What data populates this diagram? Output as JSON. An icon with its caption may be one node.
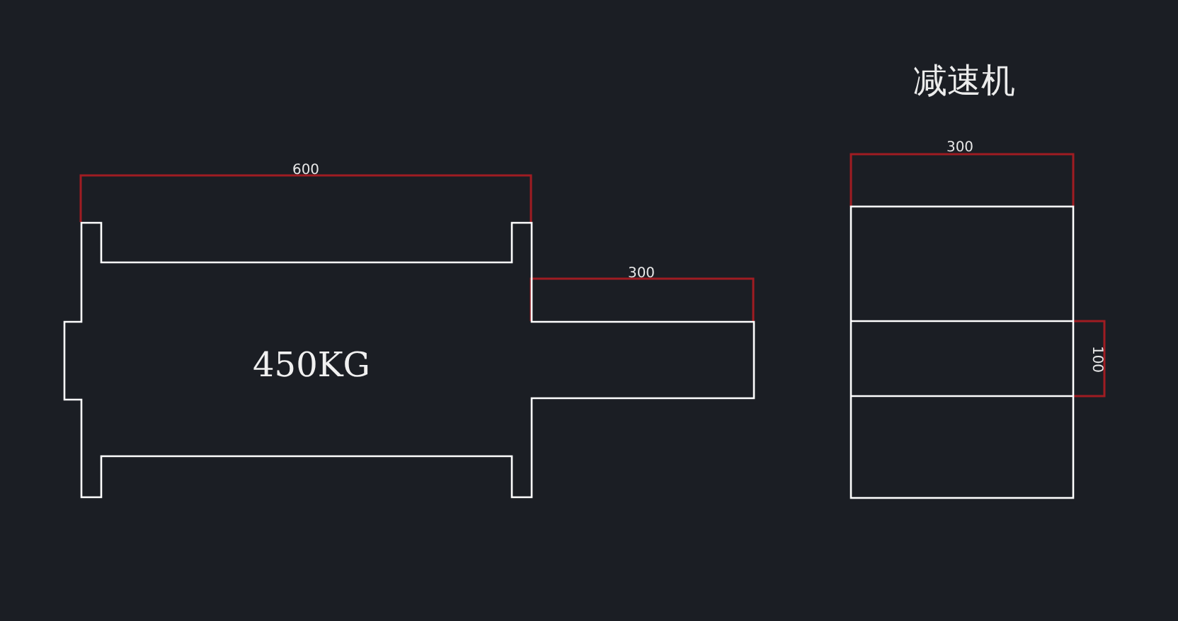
{
  "diagram": {
    "title": "减速机",
    "nodes": [
      {
        "text": [
          "450KG"
        ]
      }
    ],
    "labels": [
      "600",
      "300",
      "300",
      "100"
    ]
  }
}
